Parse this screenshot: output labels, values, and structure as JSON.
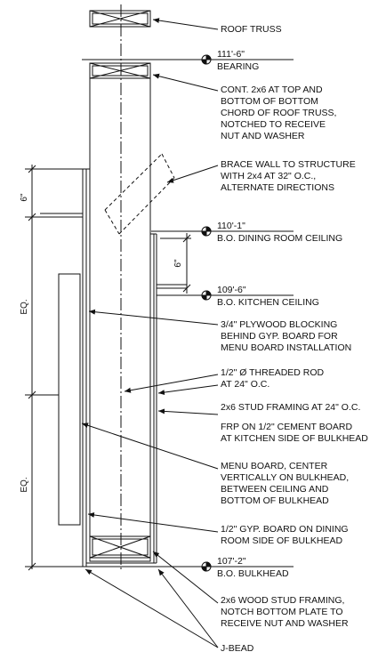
{
  "notes": {
    "roof_truss": "ROOF TRUSS",
    "cont_2x6": [
      "CONT. 2x6 AT TOP AND",
      "BOTTOM OF BOTTOM",
      "CHORD OF ROOF TRUSS,",
      "NOTCHED TO RECEIVE",
      "NUT AND WASHER"
    ],
    "brace_wall": [
      "BRACE WALL TO STRUCTURE",
      "WITH 2x4 AT 32\" O.C.,",
      "ALTERNATE DIRECTIONS"
    ],
    "plywood_blocking": [
      "3/4\" PLYWOOD BLOCKING",
      "BEHIND GYP. BOARD FOR",
      "MENU BOARD INSTALLATION"
    ],
    "threaded_rod": [
      "1/2\" Ø THREADED ROD",
      "AT 24\" O.C."
    ],
    "stud_framing": "2x6 STUD FRAMING AT 24\" O.C.",
    "frp": [
      "FRP ON 1/2\" CEMENT BOARD",
      "AT KITCHEN SIDE OF BULKHEAD"
    ],
    "menu_board": [
      "MENU BOARD, CENTER",
      "VERTICALLY ON BULKHEAD,",
      "BETWEEN CEILING AND",
      "BOTTOM OF BULKHEAD"
    ],
    "gyp_board": [
      "1/2\" GYP. BOARD ON DINING",
      "ROOM SIDE OF BULKHEAD"
    ],
    "wood_stud": [
      "2x6 WOOD STUD FRAMING,",
      "NOTCH BOTTOM PLATE TO",
      "RECEIVE NUT AND WASHER"
    ],
    "j_bead": "J-BEAD"
  },
  "elevations": {
    "bearing": {
      "value": "111'-6\"",
      "label": "BEARING"
    },
    "dining_ceiling": {
      "value": "110'-1\"",
      "label": "B.O. DINING ROOM CEILING"
    },
    "kitchen_ceiling": {
      "value": "109'-6\"",
      "label": "B.O. KITCHEN CEILING"
    },
    "bulkhead": {
      "value": "107'-2\"",
      "label": "B.O. BULKHEAD"
    }
  },
  "dimensions": {
    "left_top": "6\"",
    "left_mid": "EQ.",
    "left_bot": "EQ.",
    "kitchen_offset": "6\""
  }
}
